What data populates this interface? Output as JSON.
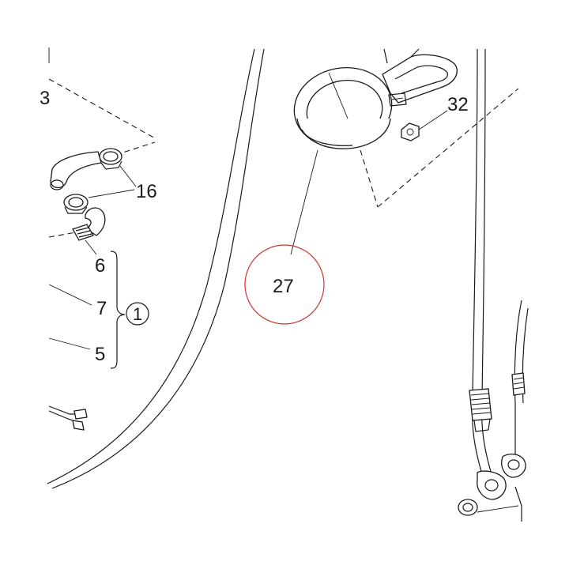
{
  "callouts": {
    "c32": "32",
    "c16": "16",
    "c6": "6",
    "c7": "7",
    "c1": "1",
    "c5": "5",
    "c27": "27",
    "c3": "3"
  },
  "colors": {
    "line": "#1a1a1a",
    "highlight_circle": "#cc3333",
    "background": "#ffffff"
  }
}
